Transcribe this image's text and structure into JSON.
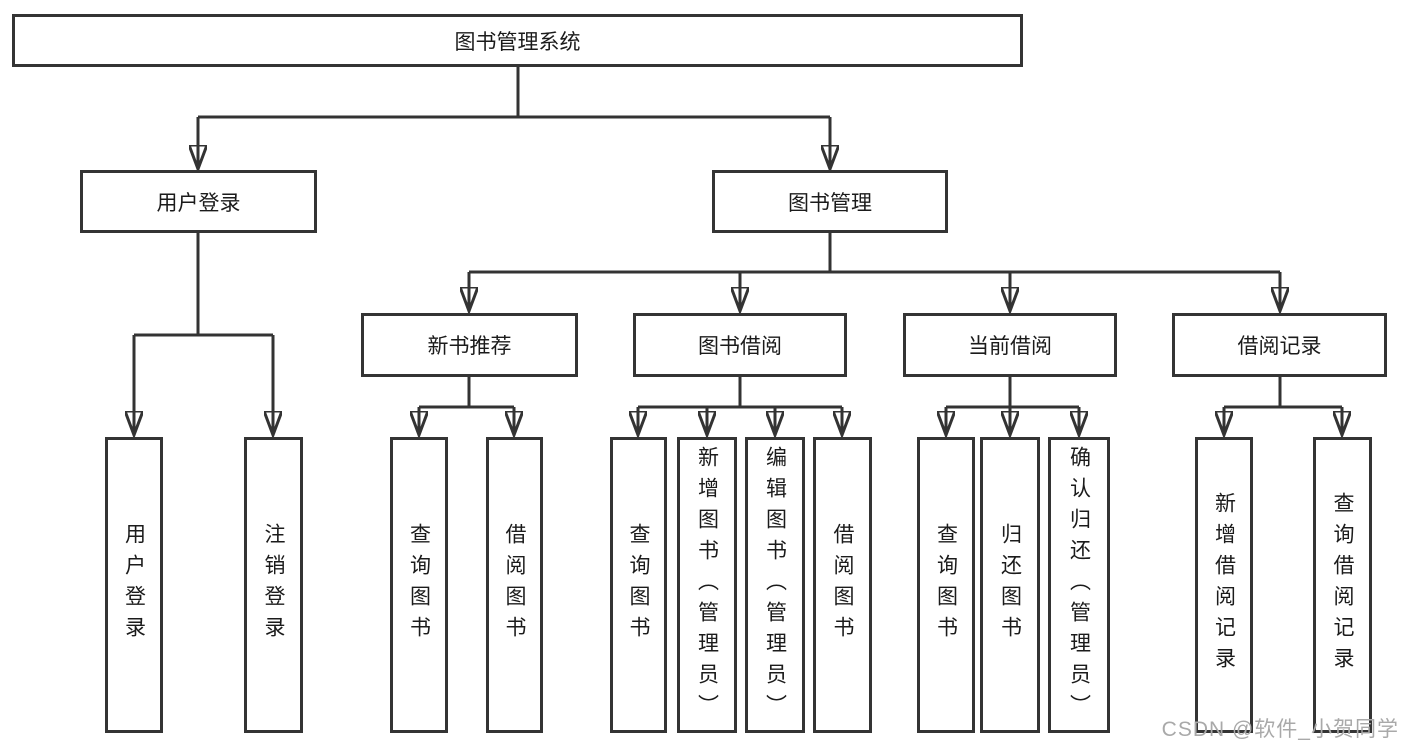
{
  "diagram": {
    "root": {
      "label": "图书管理系统"
    },
    "level2": [
      {
        "label": "用户登录"
      },
      {
        "label": "图书管理"
      }
    ],
    "level3": [
      {
        "label": "新书推荐"
      },
      {
        "label": "图书借阅"
      },
      {
        "label": "当前借阅"
      },
      {
        "label": "借阅记录"
      }
    ],
    "leaves": {
      "user_login": [
        "用户登录",
        "注销登录"
      ],
      "new_book_recommend": [
        "查询图书",
        "借阅图书"
      ],
      "book_borrowing": [
        "查询图书",
        "新增图书（管理员）",
        "编辑图书（管理员）",
        "借阅图书"
      ],
      "current_borrowing": [
        "查询图书",
        "归还图书",
        "确认归还（管理员）"
      ],
      "borrowing_records": [
        "新增借阅记录",
        "查询借阅记录"
      ]
    }
  },
  "watermark": "CSDN @软件_小贺同学",
  "colors": {
    "line": "#333333",
    "box_border": "#343434",
    "box_fill": "#ffffff",
    "text": "#1b1b1b",
    "watermark": "#a9a9a9"
  }
}
